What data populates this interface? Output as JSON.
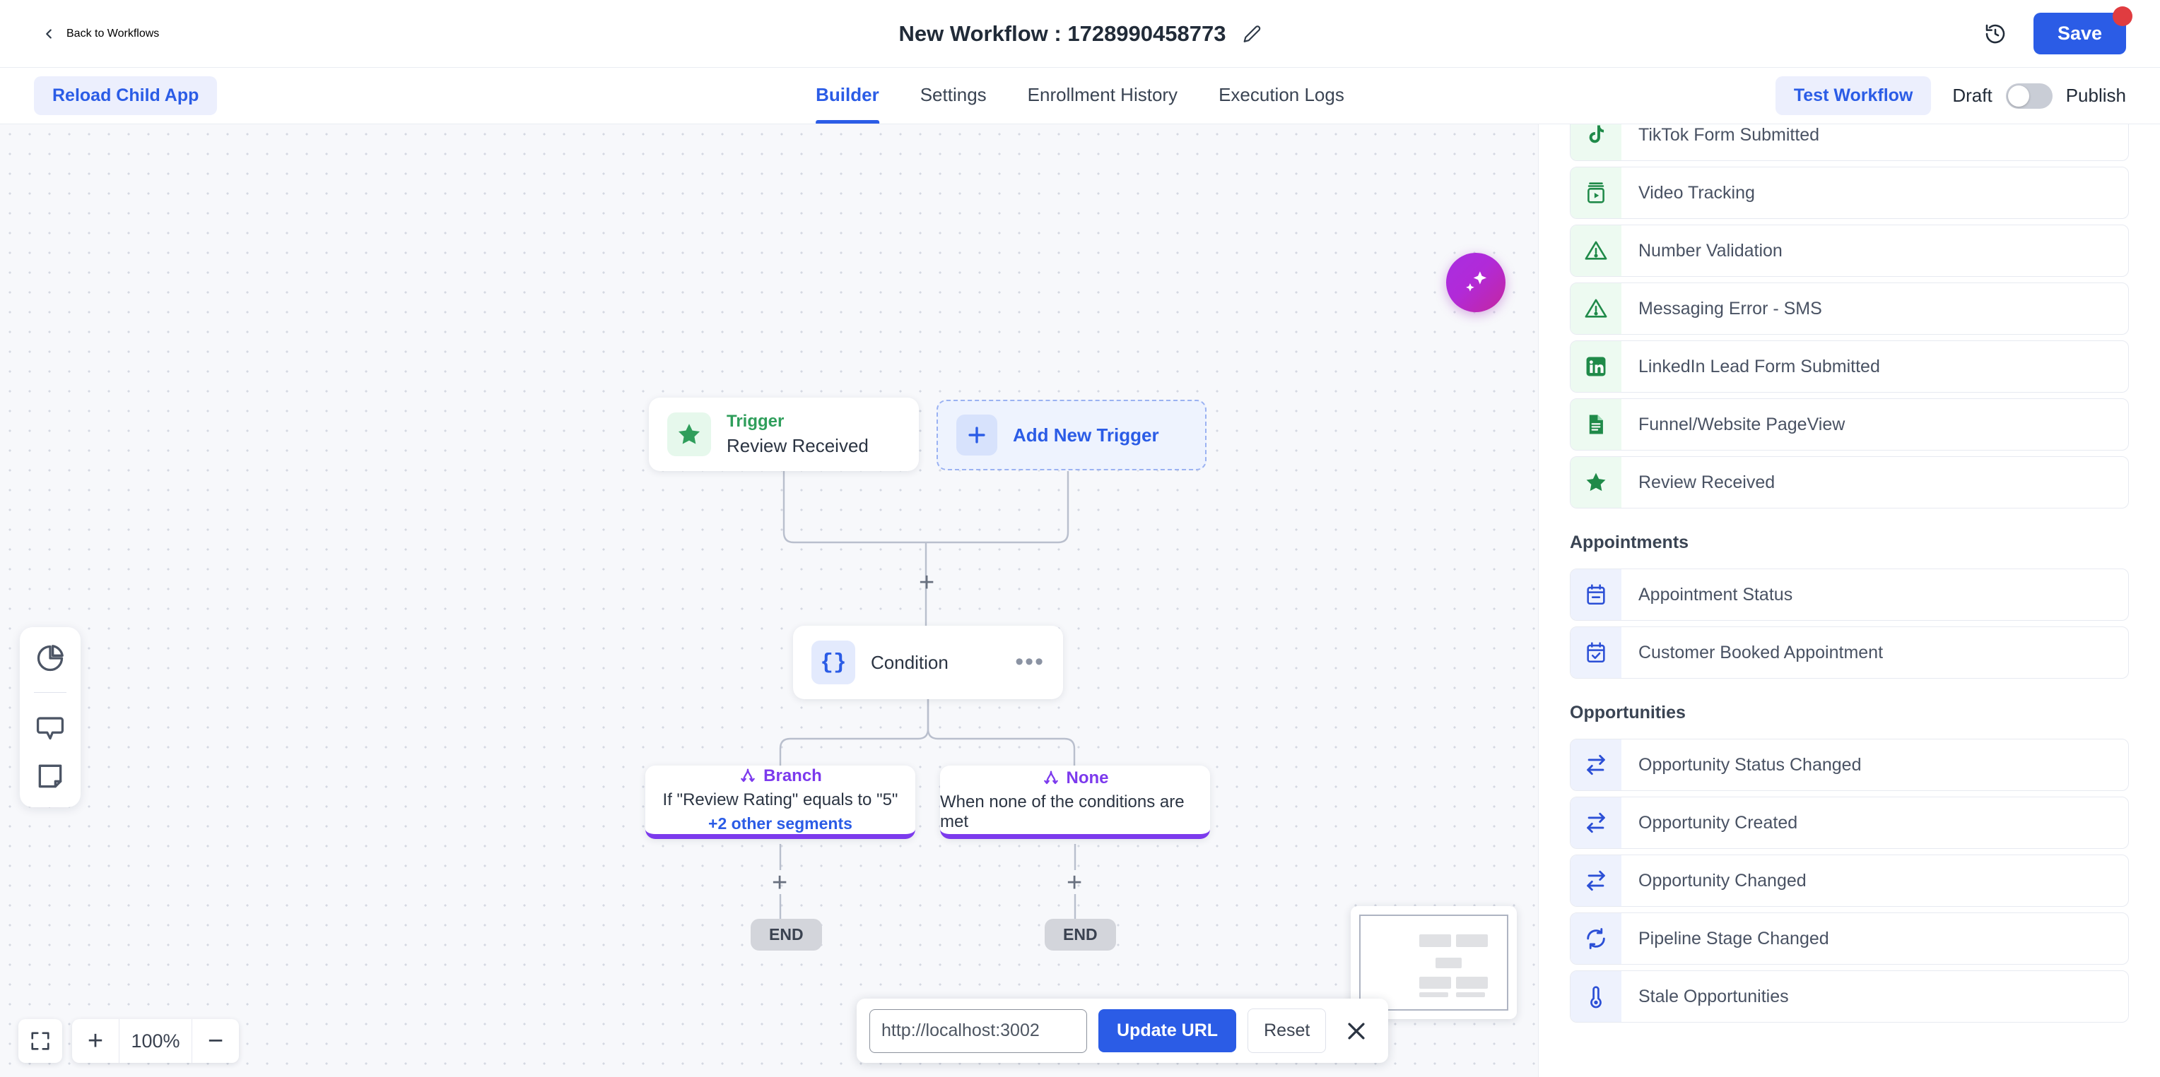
{
  "topbar": {
    "back_label": "Back to Workflows",
    "back_icon": "chevron-left-icon",
    "title": "New Workflow : 1728990458773",
    "edit_icon": "pencil-icon",
    "history_icon": "history-clock-icon",
    "save_label": "Save",
    "has_unsaved_dot": true,
    "accent_blue": "#2b5ce6",
    "dot_red": "#e03c40"
  },
  "tabbar": {
    "reload_label": "Reload Child App",
    "tabs": [
      {
        "label": "Builder",
        "active": true
      },
      {
        "label": "Settings",
        "active": false
      },
      {
        "label": "Enrollment History",
        "active": false
      },
      {
        "label": "Execution Logs",
        "active": false
      }
    ],
    "test_label": "Test Workflow",
    "draft_label": "Draft",
    "publish_label": "Publish",
    "toggle_state": "draft"
  },
  "canvas": {
    "left_tools": [
      {
        "name": "analytics-pie-icon"
      },
      {
        "name": "comment-icon"
      },
      {
        "name": "note-icon"
      }
    ],
    "ai_fab": {
      "name": "ai-sparkles-icon",
      "gradient_from": "#a92ee0",
      "gradient_to": "#c4269f"
    },
    "trigger_node": {
      "kind_label": "Trigger",
      "name_label": "Review Received",
      "icon": "star-icon",
      "kind_color": "#2f9e5b"
    },
    "add_trigger": {
      "label": "Add New Trigger",
      "icon": "plus-icon"
    },
    "condition_node": {
      "label": "Condition",
      "icon": "curly-braces-icon",
      "menu": "•••"
    },
    "branches": [
      {
        "title": "Branch",
        "desc": "If \"Review Rating\" equals to \"5\"",
        "link": "+2 other segments",
        "icon": "branch-icon",
        "accent": "#7c3aed"
      },
      {
        "title": "None",
        "desc": "When none of the conditions are met",
        "link": "",
        "icon": "branch-icon",
        "accent": "#7c3aed"
      }
    ],
    "end_label": "END",
    "plus_label": "+",
    "zoom": {
      "value": "100%",
      "zoom_in": "+",
      "zoom_out": "−",
      "fit_icon": "fit-screen-icon"
    },
    "urlbar": {
      "url_value": "http://localhost:3002",
      "url_placeholder": "http://localhost:3002",
      "update_label": "Update URL",
      "reset_label": "Reset",
      "close_icon": "close-icon"
    },
    "minimap": {
      "name": "minimap"
    }
  },
  "right_panel": {
    "groups": [
      {
        "header": "",
        "items": [
          {
            "label": "TikTok Form Submitted",
            "icon": "tiktok-icon",
            "tone": "green"
          },
          {
            "label": "Video Tracking",
            "icon": "video-tracking-icon",
            "tone": "green"
          },
          {
            "label": "Number Validation",
            "icon": "warning-triangle-icon",
            "tone": "green"
          },
          {
            "label": "Messaging Error - SMS",
            "icon": "warning-triangle-icon",
            "tone": "green"
          },
          {
            "label": "LinkedIn Lead Form Submitted",
            "icon": "linkedin-icon",
            "tone": "green"
          },
          {
            "label": "Funnel/Website PageView",
            "icon": "document-icon",
            "tone": "green"
          },
          {
            "label": "Review Received",
            "icon": "star-icon",
            "tone": "green"
          }
        ]
      },
      {
        "header": "Appointments",
        "items": [
          {
            "label": "Appointment Status",
            "icon": "calendar-icon",
            "tone": "blue"
          },
          {
            "label": "Customer Booked Appointment",
            "icon": "calendar-check-icon",
            "tone": "blue"
          }
        ]
      },
      {
        "header": "Opportunities",
        "items": [
          {
            "label": "Opportunity Status Changed",
            "icon": "swap-arrows-icon",
            "tone": "blue"
          },
          {
            "label": "Opportunity Created",
            "icon": "swap-arrows-icon",
            "tone": "blue"
          },
          {
            "label": "Opportunity Changed",
            "icon": "swap-arrows-icon",
            "tone": "blue"
          },
          {
            "label": "Pipeline Stage Changed",
            "icon": "refresh-icon",
            "tone": "blue"
          },
          {
            "label": "Stale Opportunities",
            "icon": "thermometer-icon",
            "tone": "blue"
          }
        ]
      }
    ]
  }
}
